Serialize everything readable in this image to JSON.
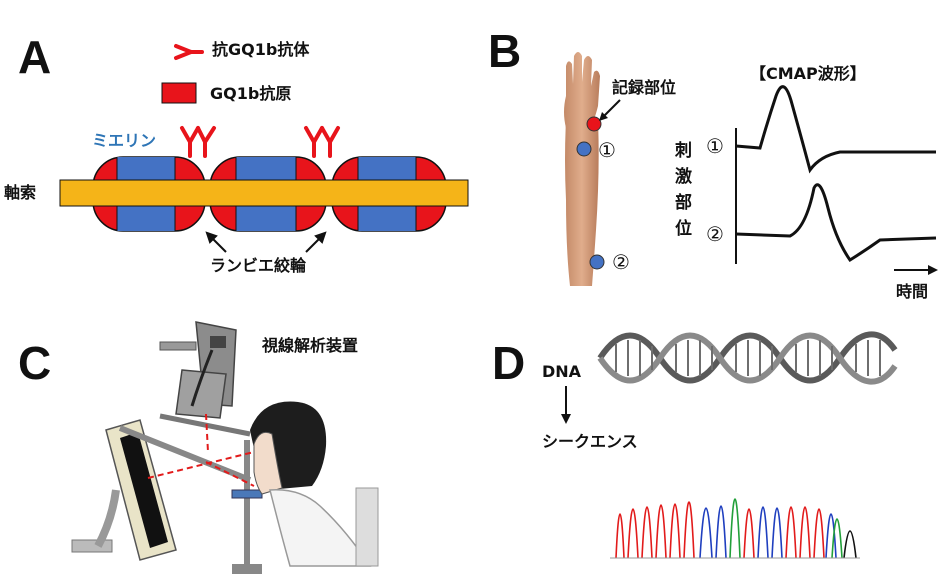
{
  "panel_a": {
    "letter": "A",
    "legend_antibody": "抗GQ1b抗体",
    "legend_antigen": "GQ1b抗原",
    "myelin": "ミエリン",
    "axon": "軸索",
    "node": "ランビエ絞輪"
  },
  "panel_b": {
    "letter": "B",
    "recording_site": "記録部位",
    "site1": "①",
    "site2": "②",
    "title": "【CMAP波形】",
    "stim_site": "刺激部位",
    "stim_chars": [
      "刺",
      "激",
      "部",
      "位"
    ],
    "trace1": "①",
    "trace2": "②",
    "time": "時間"
  },
  "panel_c": {
    "letter": "C",
    "device": "視線解析装置"
  },
  "panel_d": {
    "letter": "D",
    "dna": "DNA",
    "sequence": "シークエンス"
  },
  "colors": {
    "antigen_red": "#e8141b",
    "myelin_blue": "#4472c4",
    "axon_yellow": "#f5b418",
    "electrode_blue": "#4472c4",
    "electrode_red": "#e8141b",
    "myelin_label": "#2e75b6",
    "laser_red": "#e21b1b"
  },
  "icons": [
    "antibody-icon",
    "arm-illustration",
    "eye-tracker-illustration",
    "dna-helix-icon",
    "sequencing-chromatogram"
  ]
}
